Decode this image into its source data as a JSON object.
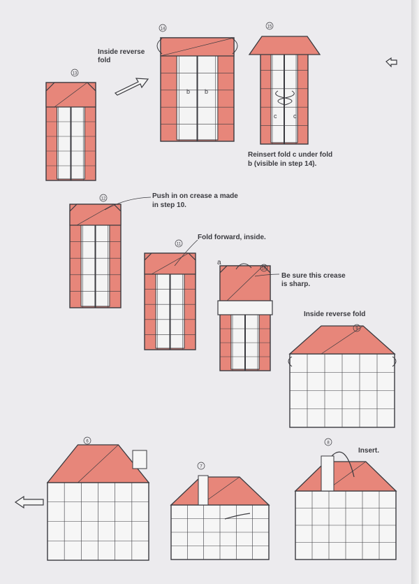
{
  "colors": {
    "paper": "#e7867a",
    "line": "#3a3a3f",
    "page": "#ecebee"
  },
  "steps": [
    "6",
    "7",
    "8",
    "9",
    "10",
    "11",
    "12",
    "13",
    "14",
    "15"
  ],
  "captions": {
    "step14": "Inside reverse fold",
    "step15_line1": "Reinsert fold c under fold",
    "step15_line2": "b (visible in step 14).",
    "step12_line1": "Push in on crease a made",
    "step12_line2": "in step 10.",
    "step11": "Fold forward, inside.",
    "step10_line1": "Be sure this crease",
    "step10_line2": "is sharp.",
    "step10_marker": "a",
    "step9": "Inside reverse fold",
    "step8": "Insert.",
    "fold_b": "b",
    "fold_c": "c"
  }
}
